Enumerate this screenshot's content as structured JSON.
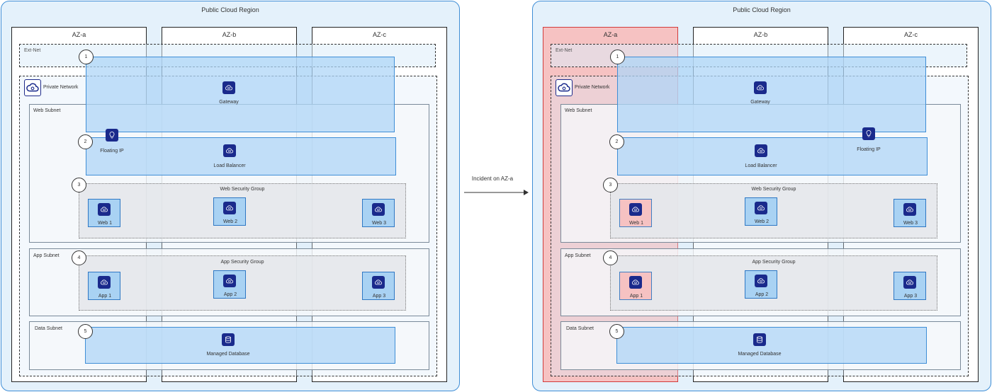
{
  "panels": [
    {
      "region_title": "Public Cloud Region",
      "azs": [
        "AZ-a",
        "AZ-b",
        "AZ-c"
      ],
      "ext_net": "Ext-Net",
      "private_network": "Private Network",
      "gateway": "Gateway",
      "web_subnet": "Web Subnet",
      "floating_ip": "Floating IP",
      "load_balancer": "Load Balancer",
      "web_sg": "Web Security Group",
      "web_servers": [
        "Web 1",
        "Web 2",
        "Web 3"
      ],
      "app_subnet": "App Subnet",
      "app_sg": "App Security Group",
      "app_servers": [
        "App 1",
        "App 2",
        "App 3"
      ],
      "data_subnet": "Data Subnet",
      "database": "Managed Database",
      "numbers": [
        "1",
        "2",
        "3",
        "4",
        "5"
      ]
    },
    {
      "region_title": "Public Cloud Region",
      "azs": [
        "AZ-a",
        "AZ-b",
        "AZ-c"
      ],
      "ext_net": "Ext-Net",
      "private_network": "Private Network",
      "gateway": "Gateway",
      "web_subnet": "Web Subnet",
      "floating_ip": "Floating IP",
      "load_balancer": "Load Balancer",
      "web_sg": "Web Security Group",
      "web_servers": [
        "Web 1",
        "Web 2",
        "Web 3"
      ],
      "app_subnet": "App Subnet",
      "app_sg": "App Security Group",
      "app_servers": [
        "App 1",
        "App 2",
        "App 3"
      ],
      "data_subnet": "Data Subnet",
      "database": "Managed Database",
      "numbers": [
        "1",
        "2",
        "3",
        "4",
        "5"
      ]
    }
  ],
  "transition_label": "Incident on AZ-a",
  "colors": {
    "region_fill": "#e4f1fb",
    "accent": "#3f8ed6",
    "icon": "#1a2a8c",
    "failed_zone": "#f6c2c2",
    "failed_border": "#d23c3c"
  }
}
